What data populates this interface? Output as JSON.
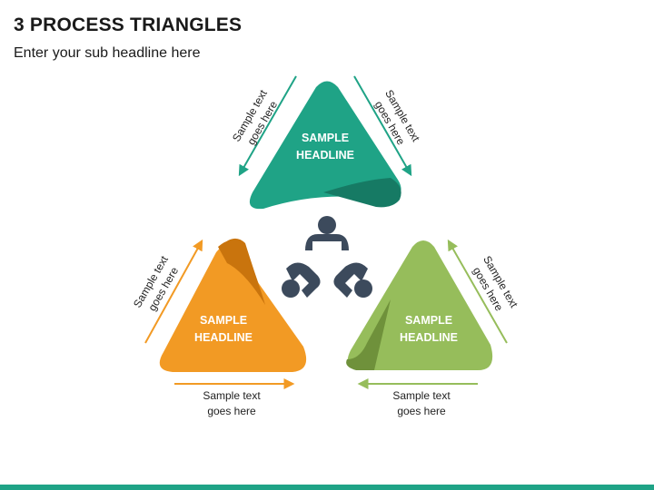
{
  "slide": {
    "title": "3 PROCESS TRIANGLES",
    "subtitle": "Enter your sub headline here"
  },
  "colors": {
    "teal": "#1fa386",
    "teal_dark": "#167a64",
    "orange": "#f29a24",
    "orange_dark": "#c9740d",
    "green": "#96bd5b",
    "green_dark": "#6f913b",
    "icon": "#3c4a5c",
    "footer": "#1fa386"
  },
  "triangles": {
    "top": {
      "headline_line1": "SAMPLE",
      "headline_line2": "HEADLINE"
    },
    "left": {
      "headline_line1": "SAMPLE",
      "headline_line2": "HEADLINE"
    },
    "right": {
      "headline_line1": "SAMPLE",
      "headline_line2": "HEADLINE"
    }
  },
  "captions": {
    "top_left": {
      "line1": "Sample text",
      "line2": "goes here"
    },
    "top_right": {
      "line1": "Sample text",
      "line2": "goes here"
    },
    "left_side": {
      "line1": "Sample text",
      "line2": "goes here"
    },
    "right_side": {
      "line1": "Sample text",
      "line2": "goes here"
    },
    "bottom_left": {
      "line1": "Sample text",
      "line2": "goes here"
    },
    "bottom_right": {
      "line1": "Sample text",
      "line2": "goes here"
    }
  },
  "center_icon": "team-collaboration-icon"
}
